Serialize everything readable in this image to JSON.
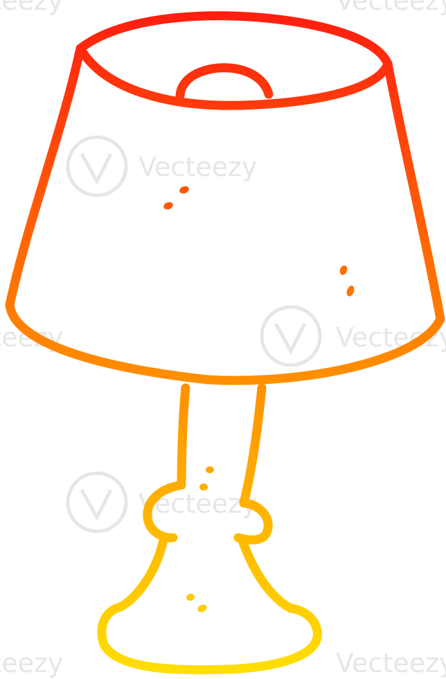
{
  "image": {
    "subject": "lamp-illustration",
    "style": "cartoon line drawing",
    "stroke_gradient": {
      "top": "#ff1a10",
      "middle": "#ff8a00",
      "bottom": "#ffe100"
    },
    "background": "#ffffff"
  },
  "watermark": {
    "text": "Vecteezy",
    "color": "#e6e6e6"
  }
}
